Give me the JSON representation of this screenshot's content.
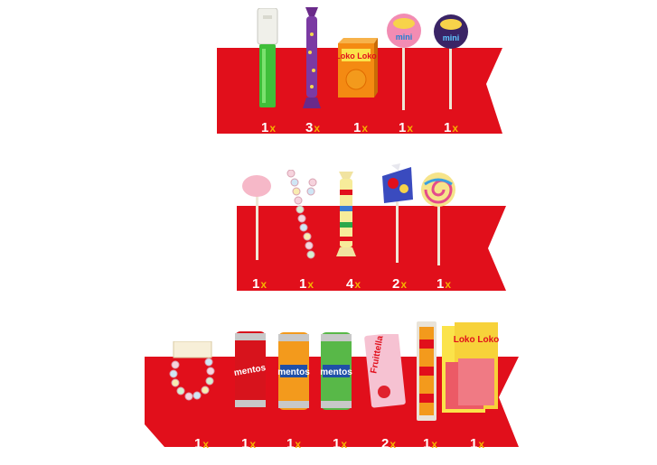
{
  "rows": [
    {
      "items": [
        {
          "name": "whistle-candy",
          "count": "1",
          "suffix": "x"
        },
        {
          "name": "twist-candy-stick",
          "count": "3",
          "suffix": "x"
        },
        {
          "name": "loko-loko-box",
          "count": "1",
          "suffix": "x",
          "brand_text": "Loko Loko"
        },
        {
          "name": "chupa-chups-mini-pink",
          "count": "1",
          "suffix": "x",
          "brand_text": "mini"
        },
        {
          "name": "chupa-chups-mini-purple",
          "count": "1",
          "suffix": "x",
          "brand_text": "mini"
        }
      ]
    },
    {
      "items": [
        {
          "name": "pink-lollipop",
          "count": "1",
          "suffix": "x"
        },
        {
          "name": "candy-necklace",
          "count": "1",
          "suffix": "x"
        },
        {
          "name": "wrapped-candy-roll",
          "count": "4",
          "suffix": "x"
        },
        {
          "name": "wrapped-lollipop",
          "count": "2",
          "suffix": "x"
        },
        {
          "name": "swirl-lollipop",
          "count": "1",
          "suffix": "x"
        }
      ]
    },
    {
      "items": [
        {
          "name": "candy-bracelet",
          "count": "1",
          "suffix": "x"
        },
        {
          "name": "mentos-red",
          "count": "1",
          "suffix": "x",
          "brand_text": "mentos"
        },
        {
          "name": "mentos-orange",
          "count": "1",
          "suffix": "x",
          "brand_text": "mentos"
        },
        {
          "name": "mentos-green",
          "count": "1",
          "suffix": "x",
          "brand_text": "mentos"
        },
        {
          "name": "fruittella-stick",
          "count": "2",
          "suffix": "x",
          "brand_text": "Fruittella"
        },
        {
          "name": "sour-belt-stick",
          "count": "1",
          "suffix": "x"
        },
        {
          "name": "loko-loko-pack",
          "count": "1",
          "suffix": "x",
          "brand_text": "Loko Loko"
        }
      ]
    }
  ],
  "colors": {
    "ribbon": "#e10f1b",
    "ribbon_dark": "#b50811",
    "qty_x": "#f4b400"
  }
}
